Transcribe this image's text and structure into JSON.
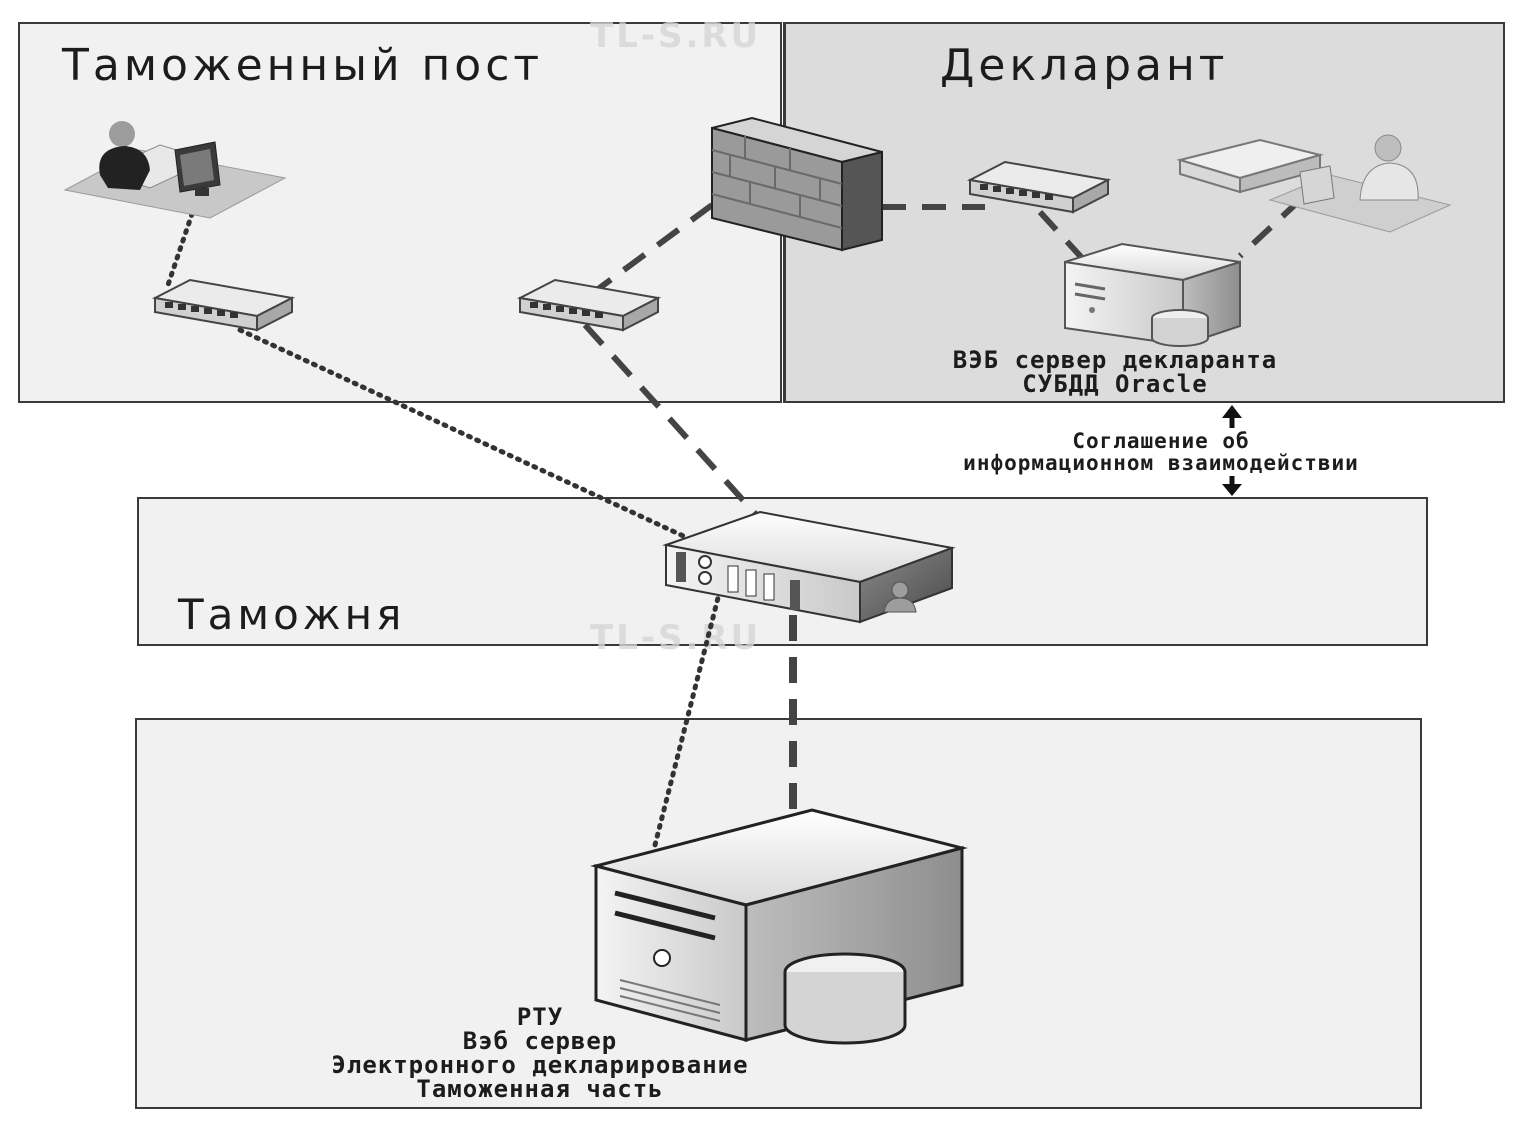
{
  "zones": {
    "post": {
      "title": "Таможенный пост"
    },
    "declarant": {
      "title": "Декларант",
      "server_caption": [
        "ВЭБ сервер декларанта",
        "СУБДД Oracle"
      ]
    },
    "customs": {
      "title": "Таможня"
    },
    "rtu": {
      "caption": [
        "РТУ",
        "Вэб сервер",
        "Электронного декларирование",
        "Таможенная часть"
      ]
    }
  },
  "agreement": {
    "lines": [
      "Соглашение об",
      "информационном взаимодействии"
    ]
  },
  "watermarks": [
    "TL-S.RU",
    "TL-S.RU"
  ]
}
